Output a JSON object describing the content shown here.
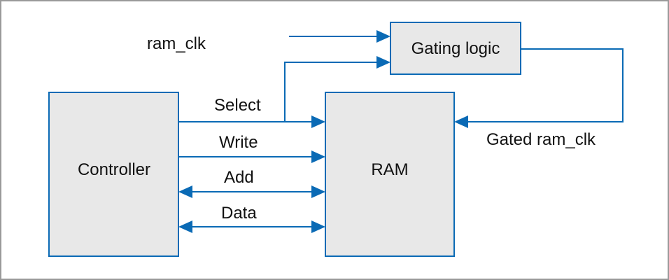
{
  "blocks": {
    "controller": "Controller",
    "ram": "RAM",
    "gating_logic": "Gating logic"
  },
  "signals": {
    "ram_clk": "ram_clk",
    "select": "Select",
    "write": "Write",
    "add": "Add",
    "data": "Data",
    "gated_ram_clk": "Gated ram_clk"
  },
  "colors": {
    "line": "#0a6ab5",
    "block_fill": "#e8e8e8",
    "frame": "#9a9a9a"
  }
}
